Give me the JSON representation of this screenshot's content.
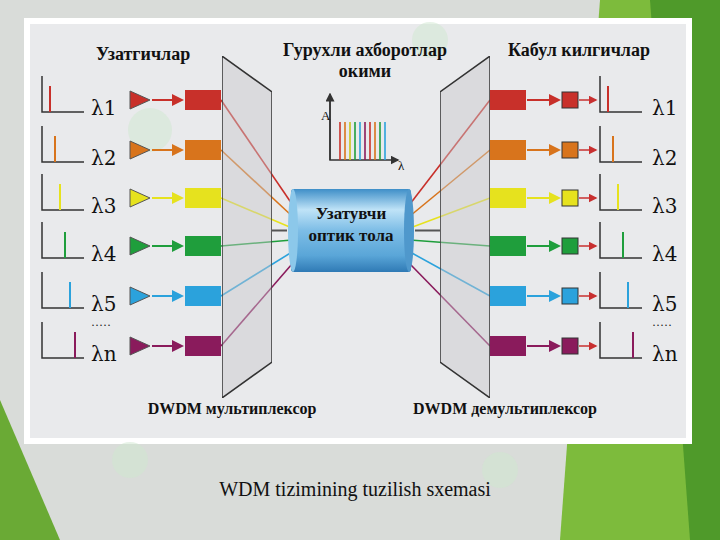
{
  "diagram": {
    "caption": "WDM tizimining tuzilish sxemasi",
    "nodes": [
      {
        "text": [
          "DWDM мультиплексор"
        ]
      },
      {
        "text": [
          "Узатувчи оптик тола"
        ]
      },
      {
        "text": [
          "DWDM демультиплексор"
        ]
      }
    ],
    "edges": [
      {
        "from": 0,
        "to": 1,
        "arrow": "none"
      },
      {
        "from": 1,
        "to": 2,
        "arrow": "none"
      }
    ],
    "labels": [
      "Узатгичлар",
      "Гурухли ахборотлар окими",
      "Кабул килгичлар",
      "A",
      "λ",
      "λ1",
      "λ2",
      "λ3",
      "λ4",
      "λ5",
      "λn",
      "λ1",
      "λ2",
      "λ3",
      "λ4",
      "λ5",
      "λn",
      "·····",
      "·····"
    ]
  }
}
